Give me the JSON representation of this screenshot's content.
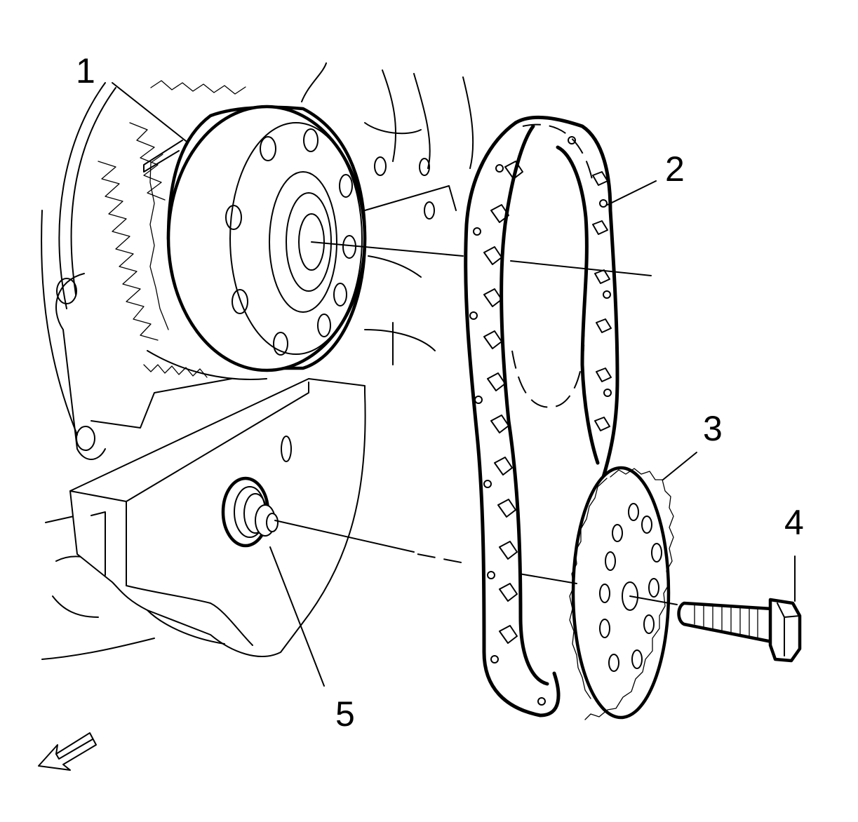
{
  "diagram": {
    "callouts": [
      {
        "id": "1",
        "label": "1"
      },
      {
        "id": "2",
        "label": "2"
      },
      {
        "id": "3",
        "label": "3"
      },
      {
        "id": "4",
        "label": "4"
      },
      {
        "id": "5",
        "label": "5"
      }
    ],
    "orientation_arrow": "front-arrow-icon"
  }
}
